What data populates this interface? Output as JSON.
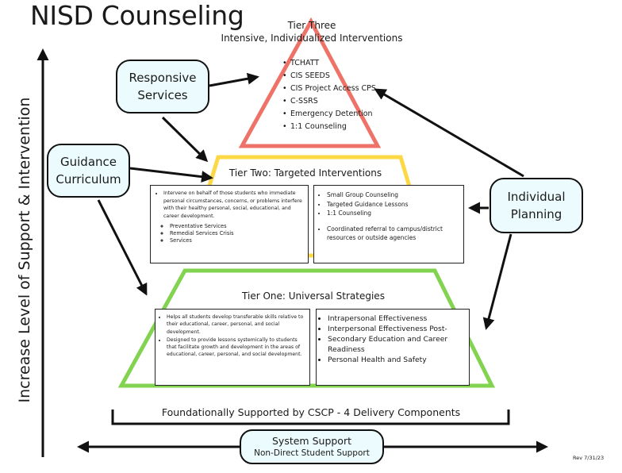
{
  "title": "NISD Counseling",
  "vertical_axis_label": "Increase Level of Support & Intervention",
  "tier_three": {
    "heading": "Tier Three",
    "subheading": "Intensive, Individualized Interventions",
    "items": [
      "TCHATT",
      "CIS SEEDS",
      "CIS Project Access CPS",
      "C-SSRS",
      "Emergency Detention",
      "1:1 Counseling"
    ],
    "color": "#ee7268"
  },
  "tier_two": {
    "heading": "Tier Two: Targeted Interventions",
    "left_box": {
      "text": "Intervene on behalf of those students who immediate personal circumstances, concerns, or problems interfere with their healthy personal, social, educational, and career development.",
      "sub_items": [
        "Preventative Services",
        "Remedial Services Crisis",
        "Services"
      ]
    },
    "right_box": {
      "items": [
        "Small Group Counseling",
        "Targeted Guidance Lessons",
        "1:1 Counseling"
      ],
      "referral": "Coordinated referral to campus/district resources or outside agencies"
    },
    "color": "#fcd845"
  },
  "tier_one": {
    "heading": "Tier One: Universal Strategies",
    "left_box": [
      "Helps all students develop transferable skills relative to their educational, career, personal, and social development.",
      "Designed to provide lessons systemically to students that facilitate growth and development in the areas of educational, career, personal, and social development."
    ],
    "right_box": [
      "Intrapersonal Effectiveness",
      "Interpersonal Effectiveness Post-",
      "Secondary Education and Career Readiness",
      "Personal Health and Safety"
    ],
    "color": "#82d34f"
  },
  "bubbles": {
    "responsive": [
      "Responsive",
      "Services"
    ],
    "guidance": [
      "Guidance",
      "Curriculum"
    ],
    "planning": [
      "Individual",
      "Planning"
    ]
  },
  "foundation": "Foundationally Supported by CSCP - 4 Delivery Components",
  "system_support": {
    "title": "System Support",
    "subtitle": "Non-Direct Student Support"
  },
  "revision": "Rev 7/31/23"
}
